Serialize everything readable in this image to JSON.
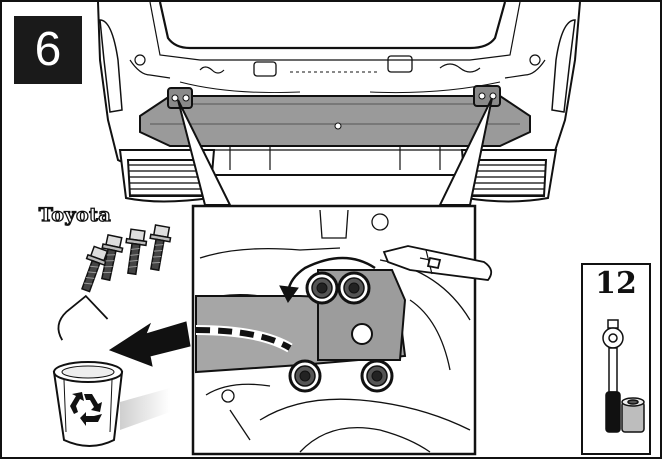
{
  "step": {
    "number": "6"
  },
  "hardware": {
    "brand_label": "Toyota",
    "bolt_count": 4
  },
  "tool": {
    "socket_size": "12"
  },
  "icons": {
    "discard": "recycle-bin-icon",
    "remove_direction": "arrow-left-icon",
    "rotate_direction": "counterclockwise-arrow-icon"
  }
}
